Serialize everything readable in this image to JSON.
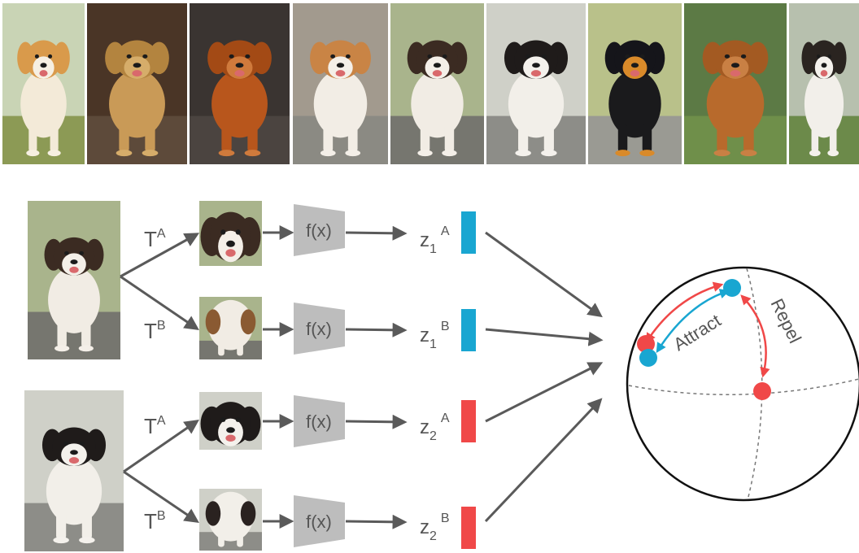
{
  "gallery": {
    "items": [
      {
        "id": "dog-1",
        "bg": "#c9d4b5",
        "ground": "#8c9a55",
        "fur": "#f3ead8",
        "ears": "#d99a4b",
        "mask": "#f6efe2",
        "accent": "#e0a25a"
      },
      {
        "id": "dog-2",
        "bg": "#4a3526",
        "ground": "#5d4a3a",
        "fur": "#c99a57",
        "ears": "#b3843f",
        "mask": "#d6ad6a",
        "accent": "#a87a3a"
      },
      {
        "id": "dog-3",
        "bg": "#3a3431",
        "ground": "#4b4440",
        "fur": "#b8561c",
        "ears": "#a34a15",
        "mask": "#cf7a3c",
        "accent": "#8f3f12"
      },
      {
        "id": "dog-4",
        "bg": "#a29a8e",
        "ground": "#8b8a83",
        "fur": "#f2ede5",
        "ears": "#c98445",
        "mask": "#f4efe8",
        "accent": "#d79656"
      },
      {
        "id": "dog-5",
        "bg": "#a9b48c",
        "ground": "#76766f",
        "fur": "#f1ece4",
        "ears": "#3b2b22",
        "mask": "#f4efe8",
        "accent": "#8a5a32"
      },
      {
        "id": "dog-6",
        "bg": "#cfd0c8",
        "ground": "#8d8d88",
        "fur": "#f2efe9",
        "ears": "#1f1b1a",
        "mask": "#f4f1ec",
        "accent": "#2a2220"
      },
      {
        "id": "dog-7",
        "bg": "#b9c18a",
        "ground": "#9a9a93",
        "fur": "#1a1a1c",
        "ears": "#15151a",
        "mask": "#d98a2a",
        "accent": "#e59a2f"
      },
      {
        "id": "dog-8",
        "bg": "#5c7a45",
        "ground": "#6f8f4a",
        "fur": "#b86a2c",
        "ears": "#a35a22",
        "mask": "#c98044",
        "accent": "#9c5320"
      },
      {
        "id": "dog-9",
        "bg": "#b7c0ae",
        "ground": "#6c8a4a",
        "fur": "#f2efea",
        "ears": "#2a2420",
        "mask": "#f4f1ec",
        "accent": "#3a2f2a"
      }
    ]
  },
  "inputs": [
    {
      "id": "input-a",
      "fur": "#f1ece4",
      "ears": "#3b2b22",
      "mask": "#f4efe8",
      "accent": "#8a5a32",
      "bg": "#a9b48c",
      "ground": "#76766f"
    },
    {
      "id": "input-b",
      "fur": "#f2efe9",
      "ears": "#1f1b1a",
      "mask": "#f4f1ec",
      "accent": "#2a2220",
      "bg": "#cfd0c8",
      "ground": "#8d8d88"
    }
  ],
  "transforms": {
    "a_base": "T",
    "a_sup": "A",
    "b_base": "T",
    "b_sup": "B"
  },
  "encoder": {
    "label": "f(x)"
  },
  "embeddings": [
    {
      "base": "z",
      "sub": "1",
      "sup": "A",
      "color": "#19a6d1"
    },
    {
      "base": "z",
      "sub": "1",
      "sup": "B",
      "color": "#19a6d1"
    },
    {
      "base": "z",
      "sub": "2",
      "sup": "A",
      "color": "#f04848"
    },
    {
      "base": "z",
      "sub": "2",
      "sup": "B",
      "color": "#f04848"
    }
  ],
  "hypersphere": {
    "attract_label": "Attract",
    "repel_label": "Repel",
    "blue": "#19a6d1",
    "red": "#f04848"
  },
  "colors": {
    "arrow": "#5a5a5a",
    "encoder_fill": "#bdbdbd",
    "text": "#555555"
  }
}
